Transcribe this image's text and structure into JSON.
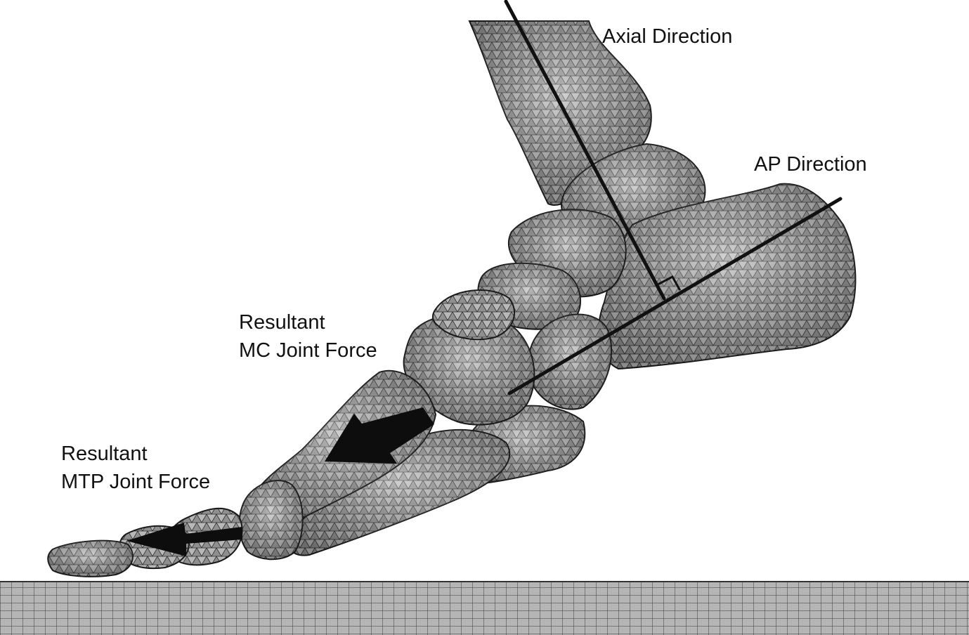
{
  "labels": {
    "axial": "Axial Direction",
    "ap": "AP Direction",
    "mc_line1": "Resultant",
    "mc_line2": "MC Joint Force",
    "mtp_line1": "Resultant",
    "mtp_line2": "MTP Joint Force"
  },
  "colors": {
    "background": "#ffffff",
    "bone_fill": "#a8a8a8",
    "mesh_line": "#2b2b2b",
    "bone_outline": "#1a1a1a",
    "axis_line": "#111111",
    "arrow": "#0d0d0d",
    "ground_fill": "#b5b5b5",
    "ground_grid": "#3a3a3a"
  }
}
